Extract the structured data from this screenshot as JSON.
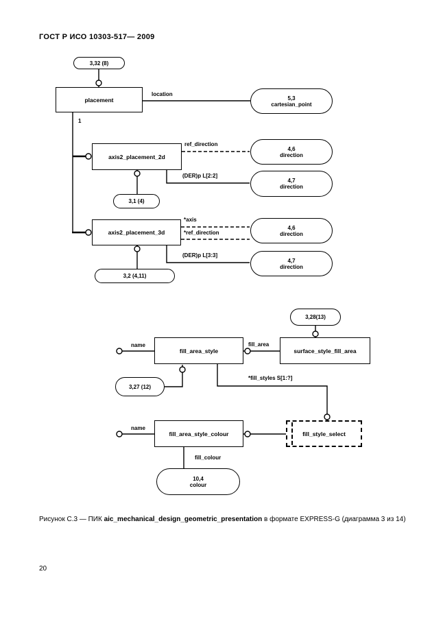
{
  "page": {
    "header": "ГОСТ Р ИСО 10303-517— 2009",
    "page_number": "20",
    "caption_prefix": "Рисунок С.3 — ПИК ",
    "caption_bold": "aic_mechanical_design_geometric_presentation",
    "caption_suffix": " в формате EXPRESS-G (диаграмма 3 из 14)"
  },
  "diagram": {
    "entities": {
      "placement": "placement",
      "axis2_placement_2d": "axis2_placement_2d",
      "axis2_placement_3d": "axis2_placement_3d",
      "fill_area_style": "fill_area_style",
      "surface_style_fill_area": "surface_style_fill_area",
      "fill_area_style_colour": "fill_area_style_colour",
      "fill_style_select": "fill_style_select"
    },
    "page_refs": {
      "p332": "3,32 (8)",
      "p31": "3,1 (4)",
      "p32": "3,2 (4,11)",
      "p328": "3,28(13)",
      "p327": "3,27 (12)"
    },
    "interschema_refs": {
      "cartesian_point": {
        "ref": "5,3",
        "name": "cartesian_point"
      },
      "direction_46": {
        "ref": "4,6",
        "name": "direction"
      },
      "direction_47": {
        "ref": "4,7",
        "name": "direction"
      },
      "colour": {
        "ref": "10,4",
        "name": "colour"
      }
    },
    "attributes": {
      "location": "location",
      "cardinality_1": "1",
      "ref_direction": "ref_direction",
      "der_l22": "(DER)p L[2:2]",
      "axis": "*axis",
      "star_ref_direction": "*ref_direction",
      "der_l33": "(DER)p L[3:3]",
      "name_fill_area_style": "name",
      "fill_area": "fill_area",
      "fill_styles": "*fill_styles S[1:?]",
      "name_fill_area_style_colour": "name",
      "fill_colour": "fill_colour"
    }
  }
}
